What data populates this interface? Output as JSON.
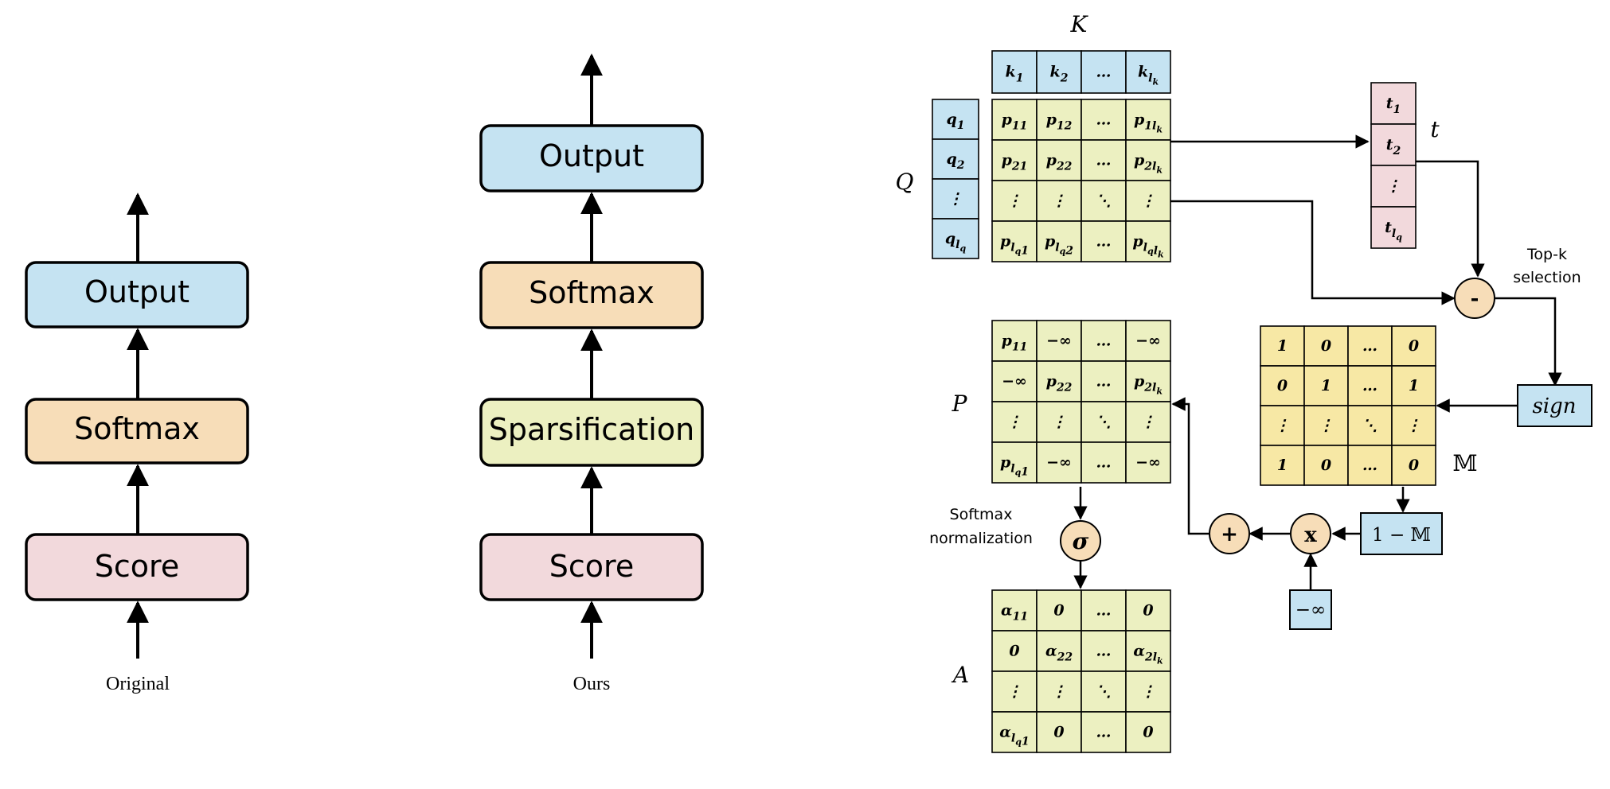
{
  "colors": {
    "blue": "#c5e3f2",
    "orange": "#f7ddb8",
    "green": "#ecf0c1",
    "pink": "#f2d9dc",
    "matrix_yellow": "#f7e8a5",
    "stroke": "#000000"
  },
  "left_flow": {
    "output": "Output",
    "softmax": "Softmax",
    "score": "Score",
    "caption": "Original"
  },
  "right_flow": {
    "output": "Output",
    "softmax": "Softmax",
    "sparsification": "Sparsification",
    "score": "Score",
    "caption": "Ours"
  },
  "labels": {
    "K": "K",
    "Q": "Q",
    "t": "t",
    "P": "P",
    "A": "A",
    "M": "𝕄",
    "topk_line1": "Top-k",
    "topk_line2": "selection",
    "softmax_norm_line1": "Softmax",
    "softmax_norm_line2": "normalization",
    "sign": "sign",
    "one_minus_m": "1 − 𝕄",
    "neg_inf": "−∞",
    "minus_op": "-",
    "plus_op": "+",
    "times_op": "x",
    "sigma_op": "σ"
  },
  "k_vector": [
    "k1",
    "k2",
    "…",
    "k_lk"
  ],
  "q_vector": [
    "q1",
    "q2",
    "⋮",
    "q_lq"
  ],
  "t_vector": [
    "t1",
    "t2",
    "⋮",
    "t_lq"
  ],
  "score_matrix": [
    [
      "p11",
      "p12",
      "…",
      "p1lk"
    ],
    [
      "p21",
      "p22",
      "…",
      "p2lk"
    ],
    [
      "⋮",
      "⋮",
      "⋱",
      "⋮"
    ],
    [
      "plq1",
      "plq2",
      "…",
      "plqlk"
    ]
  ],
  "masked_matrix": [
    [
      "p11",
      "−∞",
      "…",
      "−∞"
    ],
    [
      "−∞",
      "p22",
      "…",
      "p2lk"
    ],
    [
      "⋮",
      "⋮",
      "⋱",
      "⋮"
    ],
    [
      "plq1",
      "−∞",
      "…",
      "−∞"
    ]
  ],
  "attention_matrix": [
    [
      "α11",
      "0",
      "…",
      "0"
    ],
    [
      "0",
      "α22",
      "…",
      "α2lk"
    ],
    [
      "⋮",
      "⋮",
      "⋱",
      "⋮"
    ],
    [
      "αlq1",
      "0",
      "…",
      "0"
    ]
  ],
  "mask_matrix": [
    [
      "1",
      "0",
      "…",
      "0"
    ],
    [
      "0",
      "1",
      "…",
      "1"
    ],
    [
      "⋮",
      "⋮",
      "⋱",
      "⋮"
    ],
    [
      "1",
      "0",
      "…",
      "0"
    ]
  ]
}
